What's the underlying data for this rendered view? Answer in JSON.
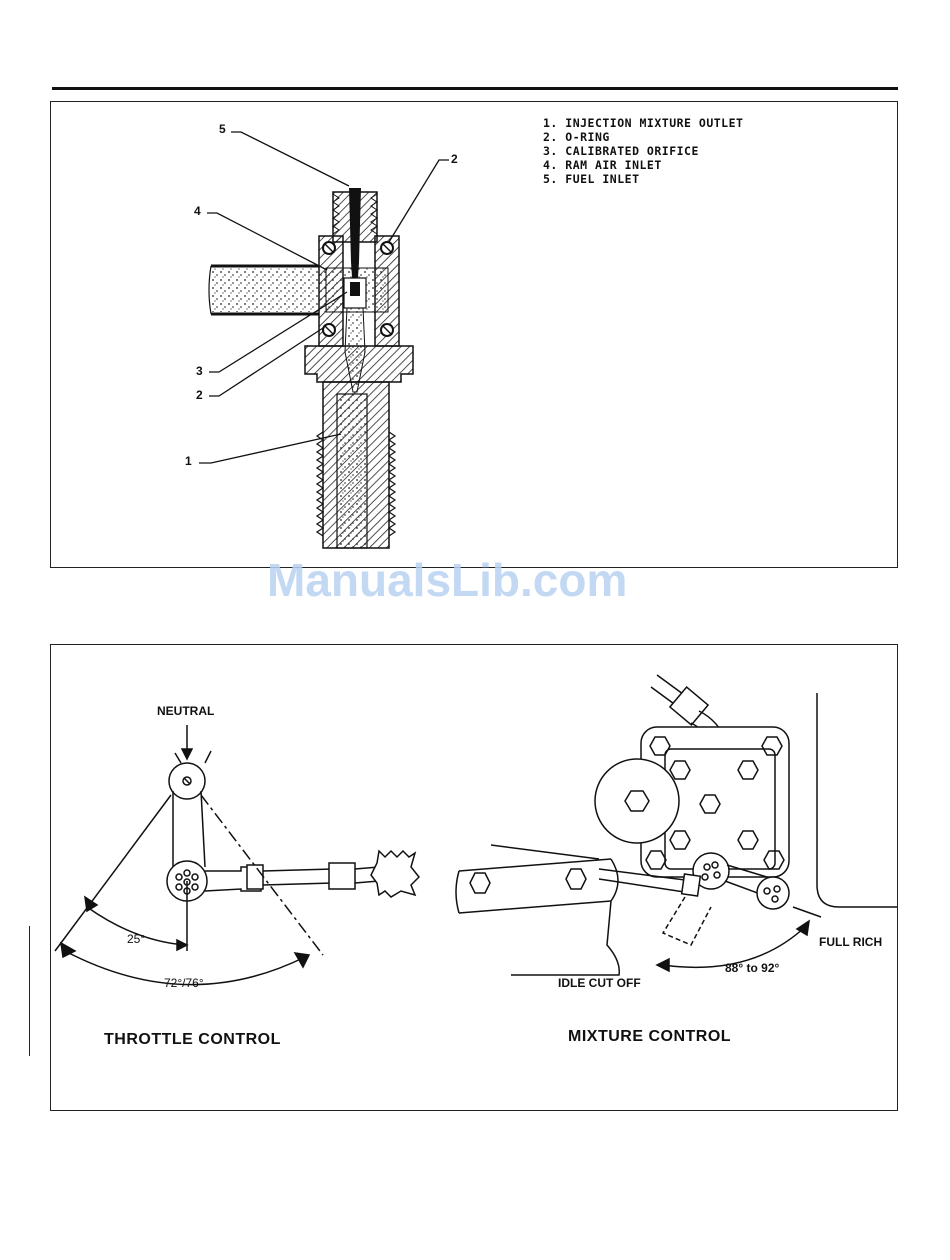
{
  "nozzle_figure": {
    "legend": [
      "1.  INJECTION MIXTURE OUTLET",
      "2.  O-RING",
      "3.  CALIBRATED ORIFICE",
      "4.  RAM AIR INLET",
      "5.  FUEL INLET"
    ],
    "callouts": {
      "c5": "5",
      "c4": "4",
      "c2_top": "2",
      "c3": "3",
      "c2_bottom": "2",
      "c1": "1"
    }
  },
  "watermark": "ManualsLib.com",
  "throttle": {
    "neutral_label": "NEUTRAL",
    "angle_small": "25°",
    "angle_large": "72°/76°",
    "caption": "THROTTLE CONTROL"
  },
  "mixture": {
    "full_rich_label": "FULL RICH",
    "idle_cut_off_label": "IDLE CUT OFF",
    "angle_label": "88° to 92°",
    "caption": "MIXTURE CONTROL"
  }
}
